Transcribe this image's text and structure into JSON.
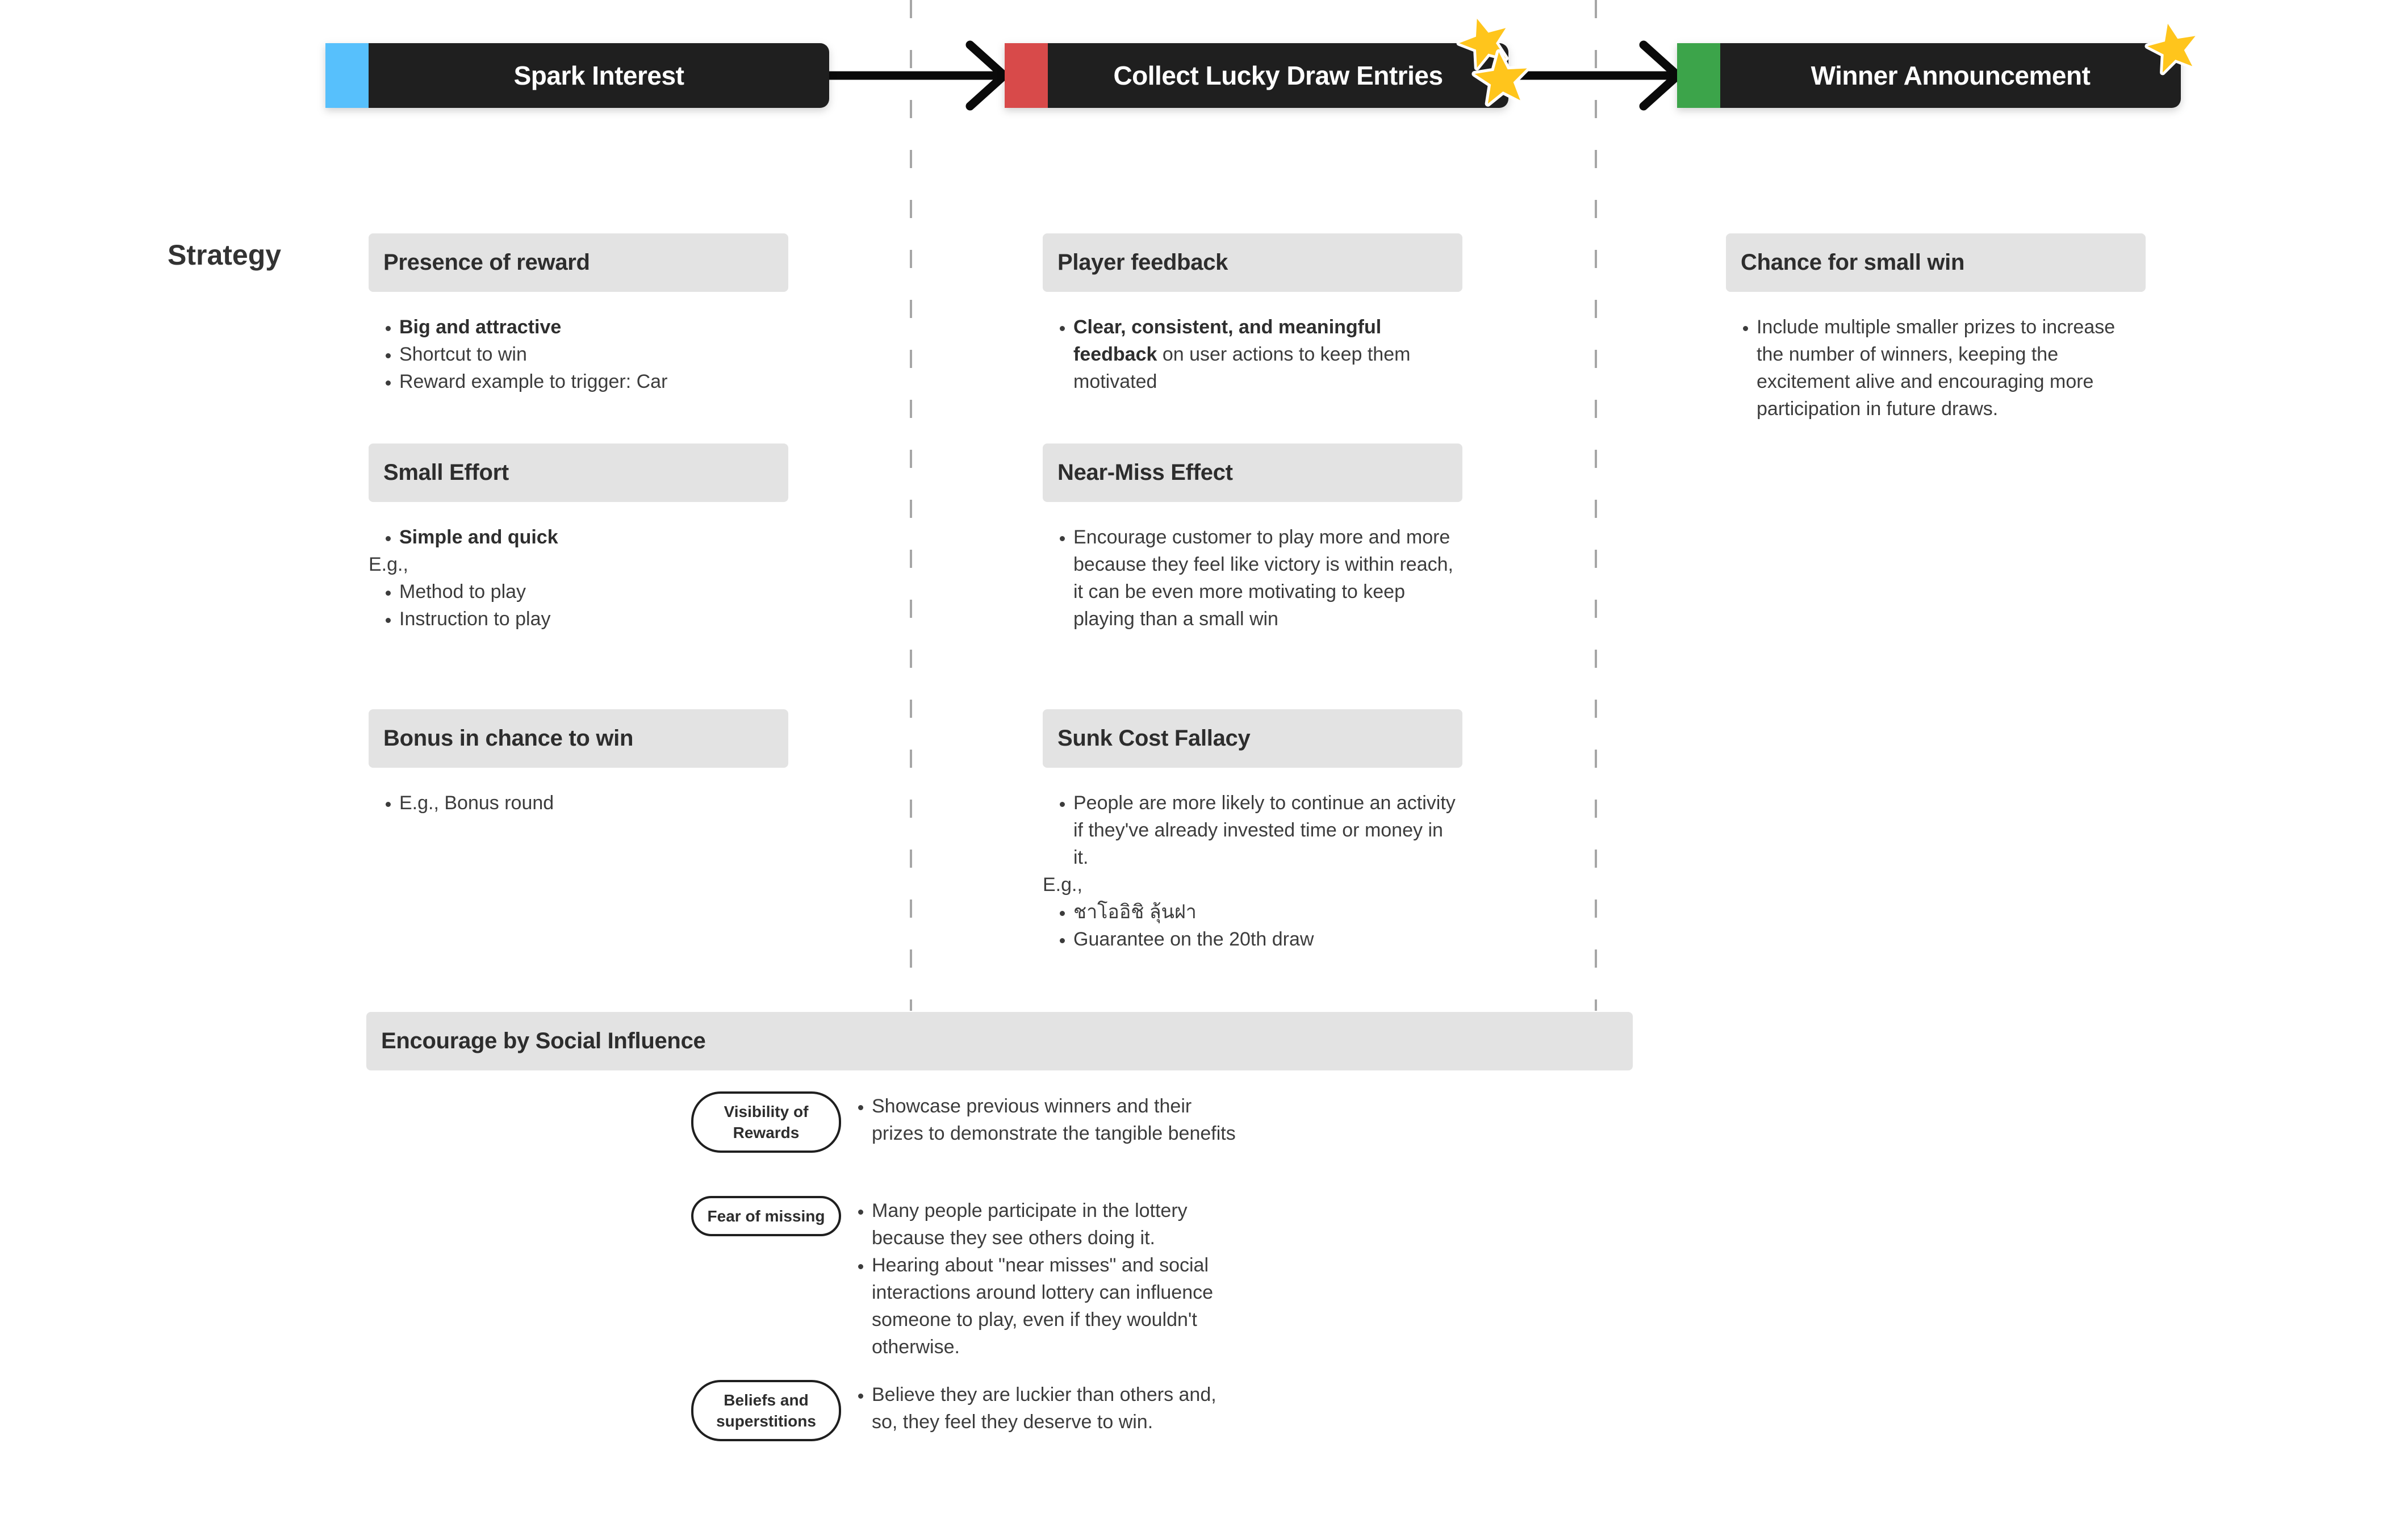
{
  "colors": {
    "bar_dark": "#1f1f1f",
    "accent_blue": "#57c0fc",
    "accent_red": "#d84a4a",
    "accent_green": "#3ca44a",
    "star_gold": "#ffc51c",
    "section_header_bg": "#e3e3e3",
    "body_text": "#3c3c3c",
    "dashed_line": "#a6a6a6"
  },
  "row_label": "Strategy",
  "phases": [
    {
      "label": "Spark Interest",
      "accent": "#57c0fc",
      "stars": 0
    },
    {
      "label": "Collect Lucky Draw Entries",
      "accent": "#d84a4a",
      "stars": 2
    },
    {
      "label": "Winner Announcement",
      "accent": "#3ca44a",
      "stars": 1
    }
  ],
  "columns": [
    {
      "sections": [
        {
          "title": "Presence of reward",
          "items": [
            {
              "bold": "Big and attractive",
              "text": ""
            },
            {
              "bold": "",
              "text": "Shortcut to win"
            },
            {
              "bold": "",
              "text": "Reward example to trigger: Car"
            }
          ]
        },
        {
          "title": "Small Effort",
          "items": [
            {
              "bold": "Simple and quick",
              "text": ""
            }
          ],
          "eg": "E.g.,",
          "items2": [
            {
              "bold": "",
              "text": "Method to play"
            },
            {
              "bold": "",
              "text": "Instruction to play"
            }
          ]
        },
        {
          "title": "Bonus in chance to win",
          "items": [
            {
              "bold": "",
              "text": "E.g., Bonus round"
            }
          ]
        }
      ]
    },
    {
      "sections": [
        {
          "title": "Player feedback",
          "items": [
            {
              "bold": "Clear, consistent, and meaningful feedback",
              "text": " on user actions to keep them motivated"
            }
          ]
        },
        {
          "title": "Near-Miss Effect",
          "items": [
            {
              "bold": "",
              "text": "Encourage customer to play more and more because they feel like victory is within reach, it can be even more motivating to keep playing than a small win"
            }
          ]
        },
        {
          "title": "Sunk Cost Fallacy",
          "items": [
            {
              "bold": "",
              "text": "People are more likely to continue an activity if they've already invested time or money in it."
            }
          ],
          "eg": "E.g.,",
          "items2": [
            {
              "bold": "",
              "text": "ชาโออิชิ ลุ้นฝา"
            },
            {
              "bold": "",
              "text": "Guarantee on the 20th draw"
            }
          ]
        }
      ]
    },
    {
      "sections": [
        {
          "title": "Chance for small win",
          "items": [
            {
              "bold": "",
              "text": "Include multiple smaller prizes to increase the number of winners, keeping the excitement alive and encouraging more participation in future draws."
            }
          ]
        }
      ]
    }
  ],
  "social": {
    "title": "Encourage by Social Influence",
    "groups": [
      {
        "pill": "Visibility of Rewards",
        "bullets": [
          "Showcase previous winners and their prizes to demonstrate the tangible benefits"
        ]
      },
      {
        "pill": "Fear of missing",
        "bullets": [
          "Many people participate in the lottery because they see others doing it.",
          "Hearing about \"near misses\" and social interactions around lottery can influence someone to play, even if they wouldn't otherwise."
        ]
      },
      {
        "pill": "Beliefs and superstitions",
        "bullets": [
          "Believe they are luckier than others and, so, they feel they deserve to win."
        ]
      }
    ]
  }
}
